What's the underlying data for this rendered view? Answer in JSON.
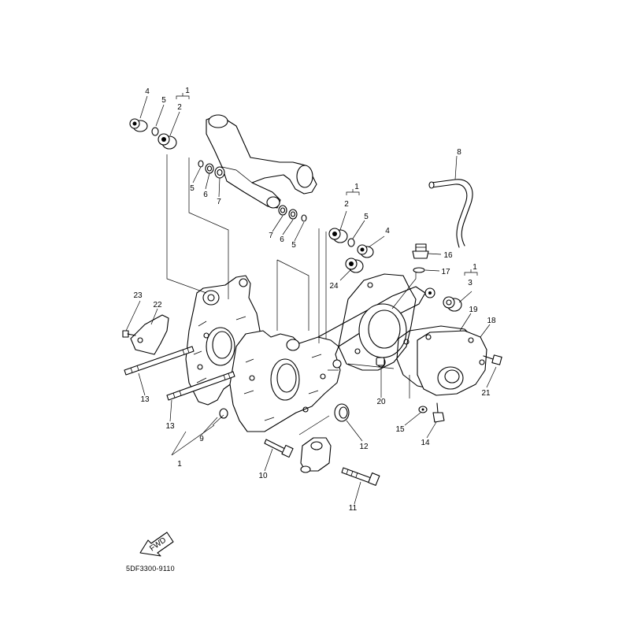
{
  "diagram": {
    "drawing_code": "5DF3300-9110",
    "fwd_label": "FWD",
    "callouts": {
      "c1a": "1",
      "c1b": "1",
      "c1c": "1",
      "c1d": "1",
      "c2a": "2",
      "c2b": "2",
      "c3": "3",
      "c4a": "4",
      "c4b": "4",
      "c5a": "5",
      "c5b": "5",
      "c5c": "5",
      "c5d": "5",
      "c6a": "6",
      "c6b": "6",
      "c7a": "7",
      "c7b": "7",
      "c8": "8",
      "c9": "9",
      "c10": "10",
      "c11": "11",
      "c12": "12",
      "c13a": "13",
      "c13b": "13",
      "c14": "14",
      "c15": "15",
      "c16": "16",
      "c17": "17",
      "c18": "18",
      "c19": "19",
      "c20": "20",
      "c21": "21",
      "c22": "22",
      "c23": "23",
      "c24": "24"
    }
  }
}
